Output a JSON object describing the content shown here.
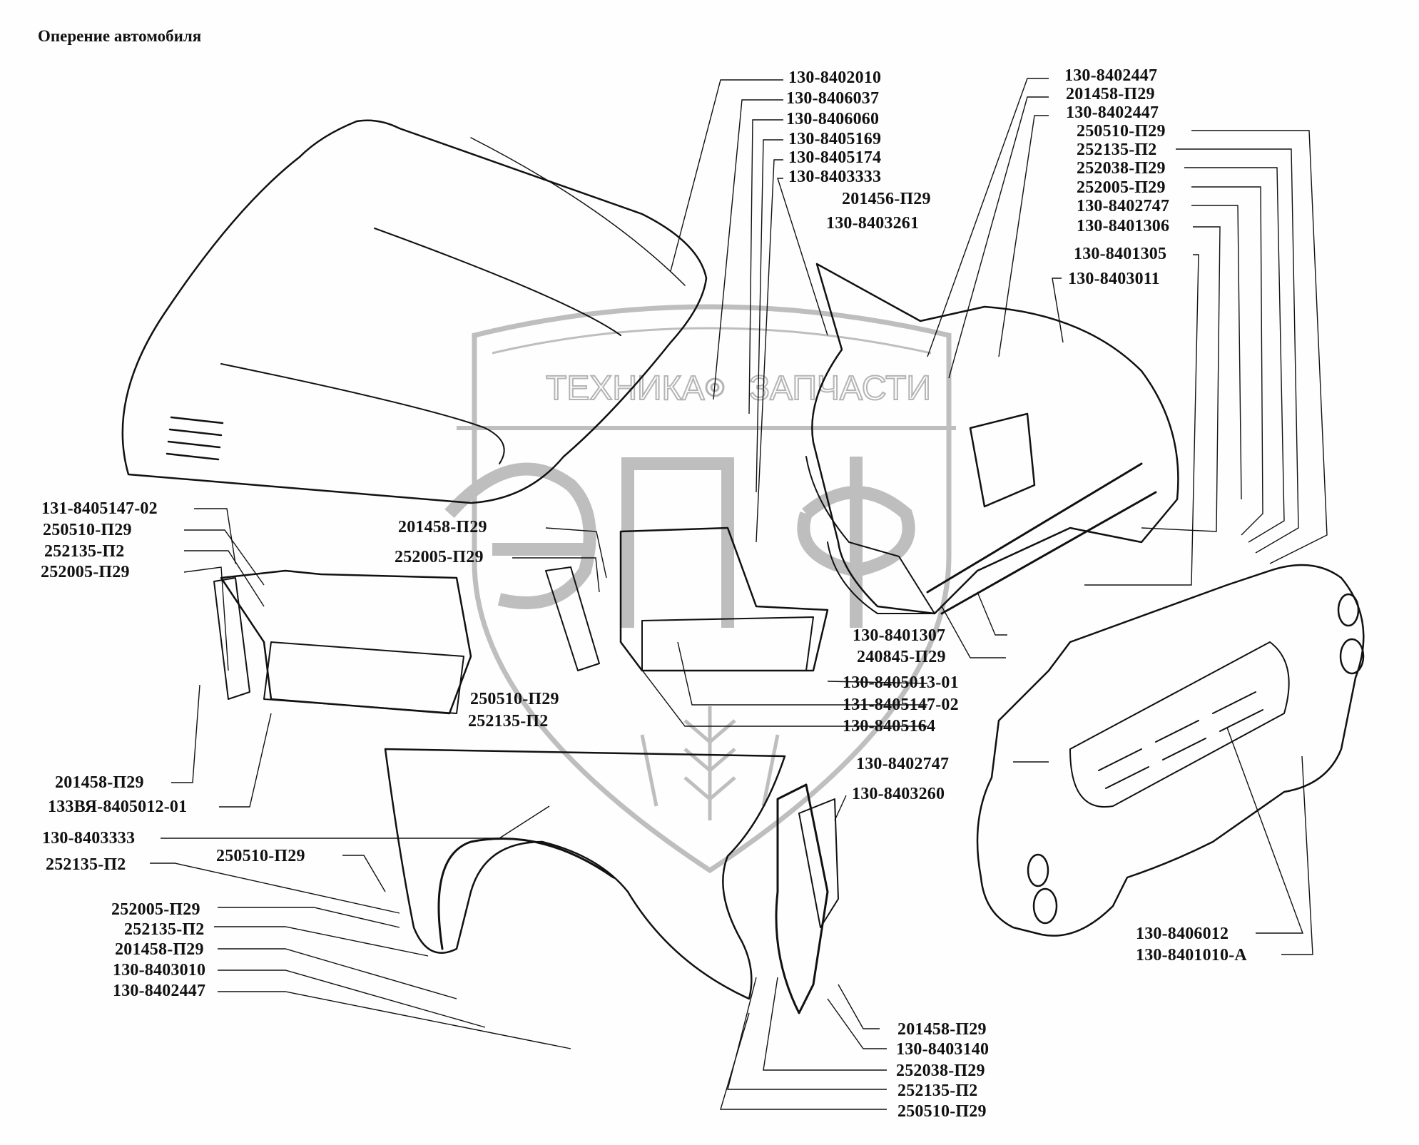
{
  "title": "Оперение автомобиля",
  "watermark": {
    "text_left": "ТЕХНИКА",
    "text_right": "ЗАПЧАСТИ",
    "logo_letters": "ЭПФ",
    "color": "#b4b4b4"
  },
  "assemblies": {
    "hood": "130-8402010",
    "radiator_grille": "130-8401010-A",
    "front_fender": "130-8403010",
    "right_fender_with_cowl": "130-8403011",
    "step_left": "133ВЯ-8405012-01",
    "step_right": "130-8405013-01"
  },
  "labels": {
    "top_center": [
      "130-8402010",
      "130-8406037",
      "130-8406060",
      "130-8405169",
      "130-8405174",
      "130-8403333",
      "201456-П29",
      "130-8403261"
    ],
    "top_right": [
      "130-8402447",
      "201458-П29",
      "130-8402447",
      "250510-П29",
      "252135-П2",
      "252038-П29",
      "252005-П29",
      "130-8402747",
      "130-8401306",
      "130-8401305",
      "130-8403011"
    ],
    "mid_left": [
      "131-8405147-02",
      "250510-П29",
      "252135-П2",
      "252005-П29"
    ],
    "mid_center": [
      "201458-П29",
      "252005-П29"
    ],
    "mid_right": [
      "130-8401307",
      "240845-П29",
      "130-8405013-01",
      "131-8405147-02",
      "130-8405164"
    ],
    "mid_step": [
      "250510-П29",
      "252135-П2"
    ],
    "grille_side": [
      "130-8402747",
      "130-8403260"
    ],
    "lower_left": [
      "201458-П29",
      "133ВЯ-8405012-01",
      "130-8403333",
      "250510-П29",
      "252135-П2",
      "252005-П29",
      "252135-П2",
      "201458-П29",
      "130-8403010",
      "130-8402447"
    ],
    "lower_right": [
      "201458-П29",
      "130-8403140",
      "252038-П29",
      "252135-П2",
      "250510-П29"
    ],
    "grille_bottom": [
      "130-8406012",
      "130-8401010-A"
    ]
  }
}
